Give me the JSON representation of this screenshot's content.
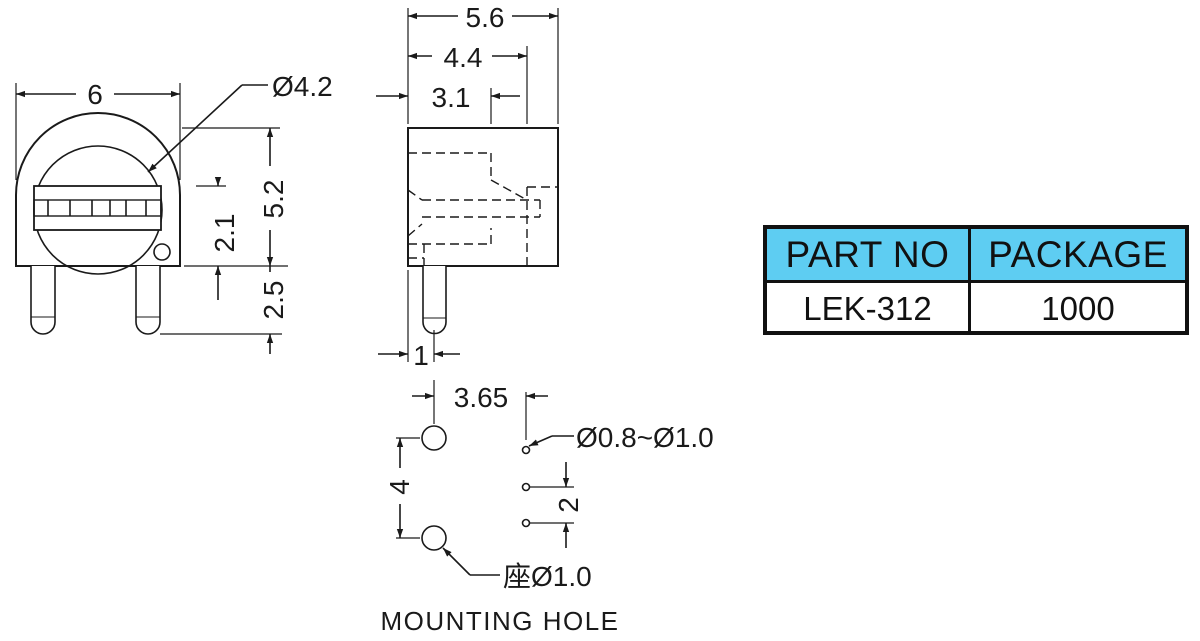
{
  "front_view": {
    "width_dim": "6",
    "diameter_dim": "Ø4.2",
    "inner_height_dim": "2.1",
    "body_height_dim": "5.2",
    "pin_length_dim": "2.5"
  },
  "side_view": {
    "total_depth_dim": "5.6",
    "mid_depth_dim": "4.4",
    "front_depth_dim": "3.1",
    "pin_offset_dim": "1"
  },
  "mounting_hole": {
    "title": "MOUNTING HOLE",
    "pitch_x_dim": "3.65",
    "pitch_y_dim": "4",
    "small_hole_dim": "Ø0.8~Ø1.0",
    "small_pitch_dim": "2",
    "seat_hole_dim": "座Ø1.0"
  },
  "part_table": {
    "headers": [
      "PART NO",
      "PACKAGE"
    ],
    "rows": [
      [
        "LEK-312",
        "1000"
      ]
    ],
    "header_color": "#5ecdf2"
  }
}
